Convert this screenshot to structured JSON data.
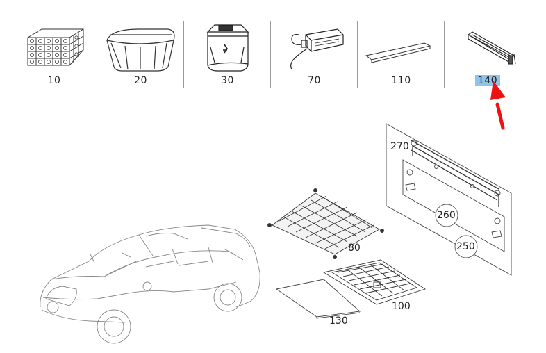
{
  "toolbar": {
    "items": [
      {
        "number": "10",
        "icon": "basket-icon"
      },
      {
        "number": "20",
        "icon": "tray-icon"
      },
      {
        "number": "30",
        "icon": "cool-box-icon"
      },
      {
        "number": "70",
        "icon": "power-adapter-icon"
      },
      {
        "number": "110",
        "icon": "rail-icon"
      },
      {
        "number": "140",
        "icon": "roller-blind-icon",
        "selected": true
      }
    ]
  },
  "callouts": {
    "c270": "270",
    "c260": "260",
    "c250": "250",
    "c80": "80",
    "c100": "100",
    "c130": "130"
  },
  "colors": {
    "selection": "#8fc3ea",
    "arrow": "#ee1111"
  }
}
